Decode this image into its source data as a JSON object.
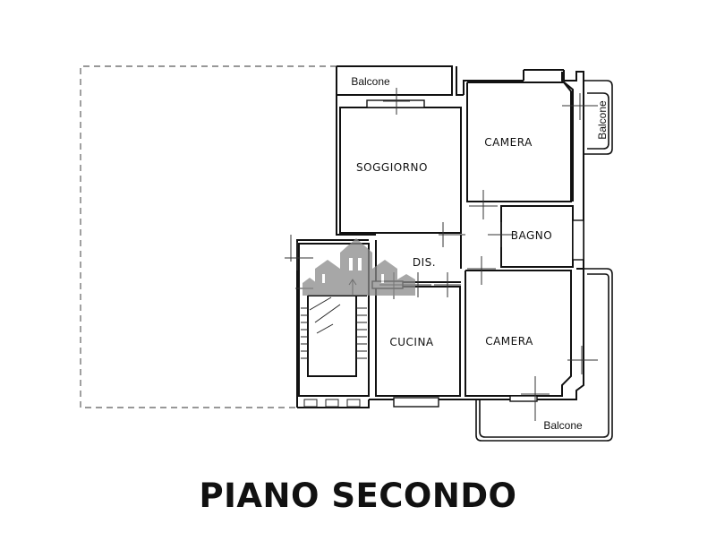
{
  "plan": {
    "title": "PIANO SECONDO",
    "rooms": {
      "soggiorno": "SOGGIORNO",
      "camera_top": "CAMERA",
      "bagno": "BAGNO",
      "dis": "DIS.",
      "cucina": "CUCINA",
      "camera_bottom": "CAMERA"
    },
    "balconies": {
      "top": "Balcone",
      "right": "Balcone",
      "bottom": "Balcone"
    },
    "colors": {
      "wall": "#111111",
      "background": "#ffffff",
      "dashed_outline": "#777777",
      "watermark": "#8a8a8a"
    }
  }
}
